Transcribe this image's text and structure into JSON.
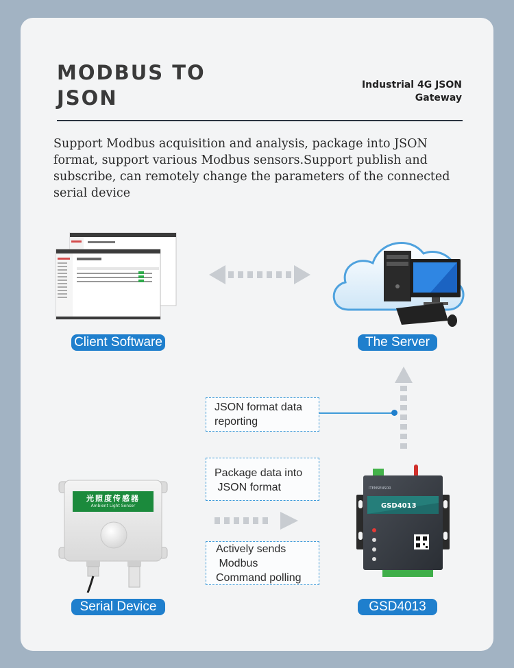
{
  "header": {
    "title": "MODBUS TO JSON",
    "subtitle": "Industrial 4G JSON Gateway"
  },
  "description": "Support Modbus acquisition and analysis, package into JSON format, support various Modbus sensors.Support publish and subscribe, can remotely change the parameters of the connected serial device",
  "nodes": {
    "client": "Client Software",
    "server": "The Server",
    "serial": "Serial Device",
    "gateway": "GSD4013"
  },
  "notes": {
    "reporting": "JSON format data reporting",
    "package": "Package data into\n JSON format",
    "polling": "Actively sends\n Modbus Command polling"
  },
  "sensor": {
    "label_cn": "光照度传感器",
    "label_en": "Ambient Light Sensor"
  },
  "device": {
    "model": "GSD4013",
    "brand": "ITEMSENSOR"
  },
  "colors": {
    "background": "#a2b3c3",
    "card": "#f3f4f5",
    "accent": "#1f7fcd",
    "arrow": "#c8ccd1"
  },
  "icons": {
    "bidirectional_arrow": "double-arrow-icon",
    "up_arrow": "up-arrow-icon",
    "right_arrow": "right-arrow-icon"
  }
}
